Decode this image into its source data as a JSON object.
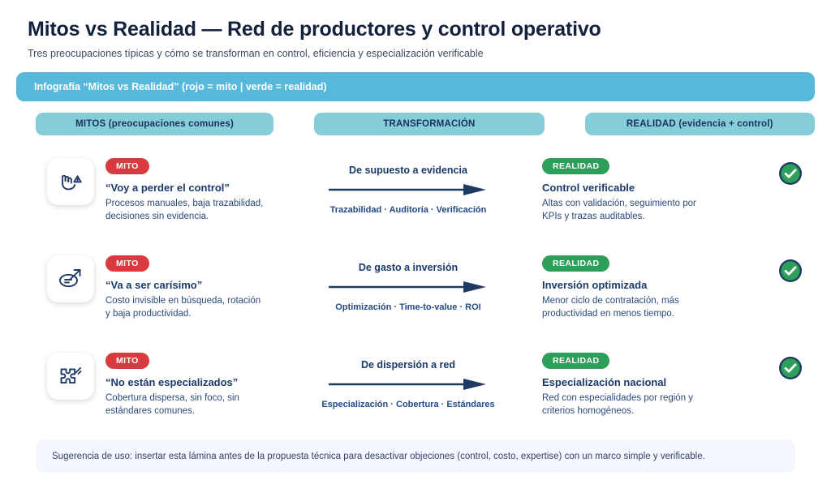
{
  "header": {
    "title": "Mitos vs Realidad — Red de productores y control operativo",
    "subtitle": "Tres preocupaciones típicas y cómo se transforman en control, eficiencia y especialización verificable"
  },
  "banner": {
    "text": "Infografía “Mitos vs Realidad” (rojo = mito | verde = realidad)",
    "color": "#56b8db"
  },
  "columns": {
    "myths": "MITOS (preocupaciones comunes)",
    "transformation": "TRANSFORMACIÓN",
    "reality": "REALIDAD (evidencia + control)",
    "color": "#85cdd8"
  },
  "badges": {
    "myth_label": "MITO",
    "reality_label": "REALIDAD",
    "myth_color": "#d73a3f",
    "reality_color": "#2e9e5b"
  },
  "rows": [
    {
      "icon": "hand-warning-icon",
      "myth_badge": "MITO",
      "myth_title": "“Voy a perder el control”",
      "myth_desc": "Procesos manuales, baja trazabilidad, decisiones sin evidencia.",
      "trans_title": "De supuesto a evidencia",
      "trans_sub": "Trazabilidad · Auditoría · Verificación",
      "reality_badge": "REALIDAD",
      "reality_title": "Control verificable",
      "reality_desc": "Altas con validación, seguimiento por KPIs y trazas auditables."
    },
    {
      "icon": "ellipse-arrow-icon",
      "myth_badge": "MITO",
      "myth_title": "“Va a ser carísimo”",
      "myth_desc": "Costo invisible en búsqueda, rotación y baja productividad.",
      "trans_title": "De gasto a inversión",
      "trans_sub": "Optimización · Time-to-value · ROI",
      "reality_badge": "REALIDAD",
      "reality_title": "Inversión optimizada",
      "reality_desc": "Menor ciclo de contratación, más productividad en menos tiempo."
    },
    {
      "icon": "puzzle-network-icon",
      "myth_badge": "MITO",
      "myth_title": "“No están especializados”",
      "myth_desc": "Cobertura dispersa, sin foco, sin estándares comunes.",
      "trans_title": "De dispersión a red",
      "trans_sub": "Especialización · Cobertura · Estándares",
      "reality_badge": "REALIDAD",
      "reality_title": "Especialización nacional",
      "reality_desc": "Red con especialidades por región y criterios homogéneos."
    }
  ],
  "footer": {
    "text": "Sugerencia de uso: insertar esta lámina antes de la propuesta técnica para desactivar objeciones (control, costo, expertise) con un marco simple y verificable."
  }
}
